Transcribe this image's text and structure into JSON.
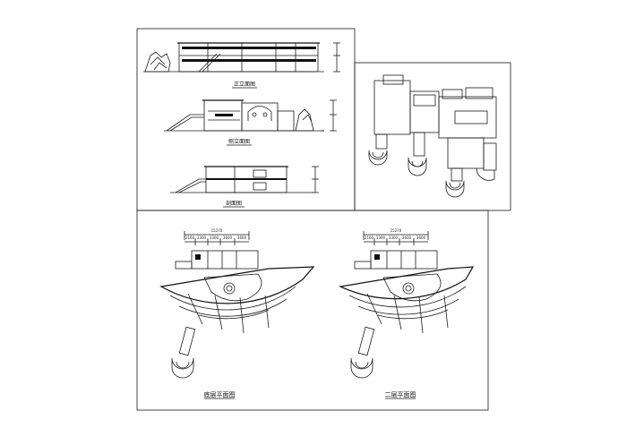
{
  "captions": {
    "front_elevation": "正立面图",
    "side_elevation": "侧立面图",
    "section": "剖面图",
    "ground_floor_plan": "底层平面图",
    "second_floor_plan": "二层平面图"
  },
  "dimensions": {
    "plan1_total": "15270",
    "plan1_parts": [
      "2160",
      "3300",
      "3300",
      "3600",
      "3600"
    ],
    "plan2_total": "15270",
    "plan2_parts": [
      "2160",
      "3300",
      "3300",
      "3600",
      "3600"
    ]
  },
  "colors": {
    "line": "#1a1a1a",
    "background": "#ffffff"
  }
}
